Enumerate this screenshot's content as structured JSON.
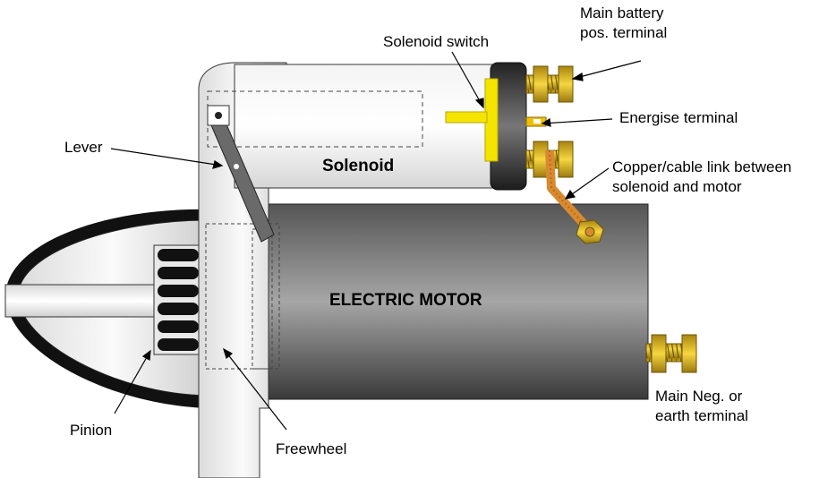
{
  "diagram": {
    "labels": {
      "main_battery_line1": "Main battery",
      "main_battery_line2": "pos. terminal",
      "solenoid_switch": "Solenoid switch",
      "energise_terminal": "Energise terminal",
      "copper_link_line1": "Copper/cable link between",
      "copper_link_line2": "solenoid and motor",
      "lever": "Lever",
      "solenoid": "Solenoid",
      "electric_motor": "ELECTRIC MOTOR",
      "main_neg_line1": "Main Neg. or",
      "main_neg_line2": "earth terminal",
      "pinion": "Pinion",
      "freewheel": "Freewheel"
    },
    "colors": {
      "brass": "#e8c020",
      "copper": "#d88a30",
      "switch_yellow": "#f4e400",
      "motor_dark": "#3a3a3a",
      "motor_light": "#9a9a9a",
      "housing_light": "#f0f0f0",
      "housing_dark": "#c4c4c4"
    }
  }
}
